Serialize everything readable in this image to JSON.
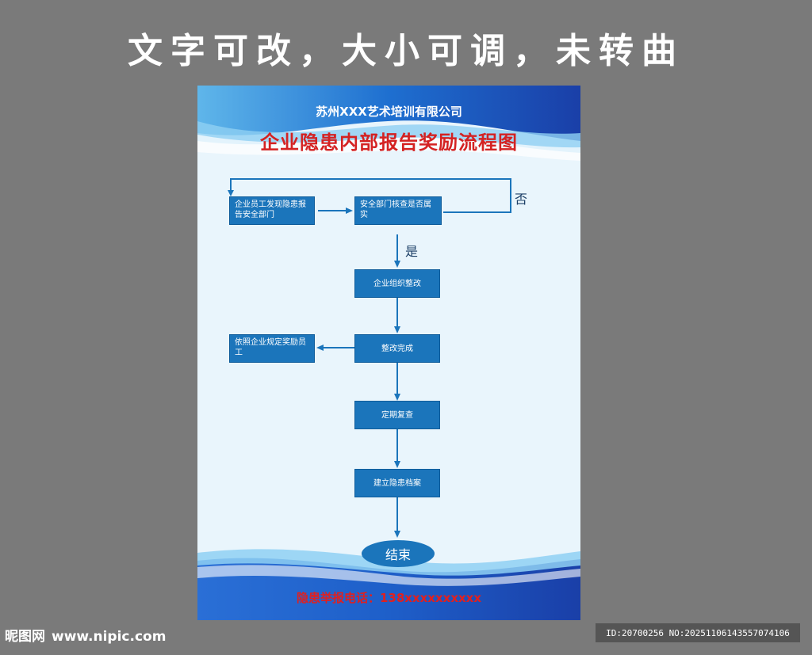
{
  "banner": "文字可改，大小可调，未转曲",
  "poster": {
    "company": "苏州XXX艺术培训有限公司",
    "title": "企业隐患内部报告奖励流程图",
    "steps": {
      "report": "企业员工发现隐患报告安全部门",
      "verify": "安全部门核查是否属实",
      "rectify": "企业组织整改",
      "complete": "整改完成",
      "reward": "依照企业规定奖励员工",
      "review": "定期复查",
      "archive": "建立隐患档案"
    },
    "labels": {
      "no": "否",
      "yes": "是"
    },
    "end": "结束",
    "hotline_label": "隐患举报电话：",
    "hotline_number": "138xxxxxxxxxx"
  },
  "watermark": {
    "logo": "昵图网",
    "site": "www.nipic.com",
    "id": "ID:20700256 NO:20251106143557074106"
  },
  "colors": {
    "background": "#7a7a7a",
    "box": "#1b75bb",
    "title_red": "#d42222",
    "poster_blue": "#1e63c4"
  }
}
